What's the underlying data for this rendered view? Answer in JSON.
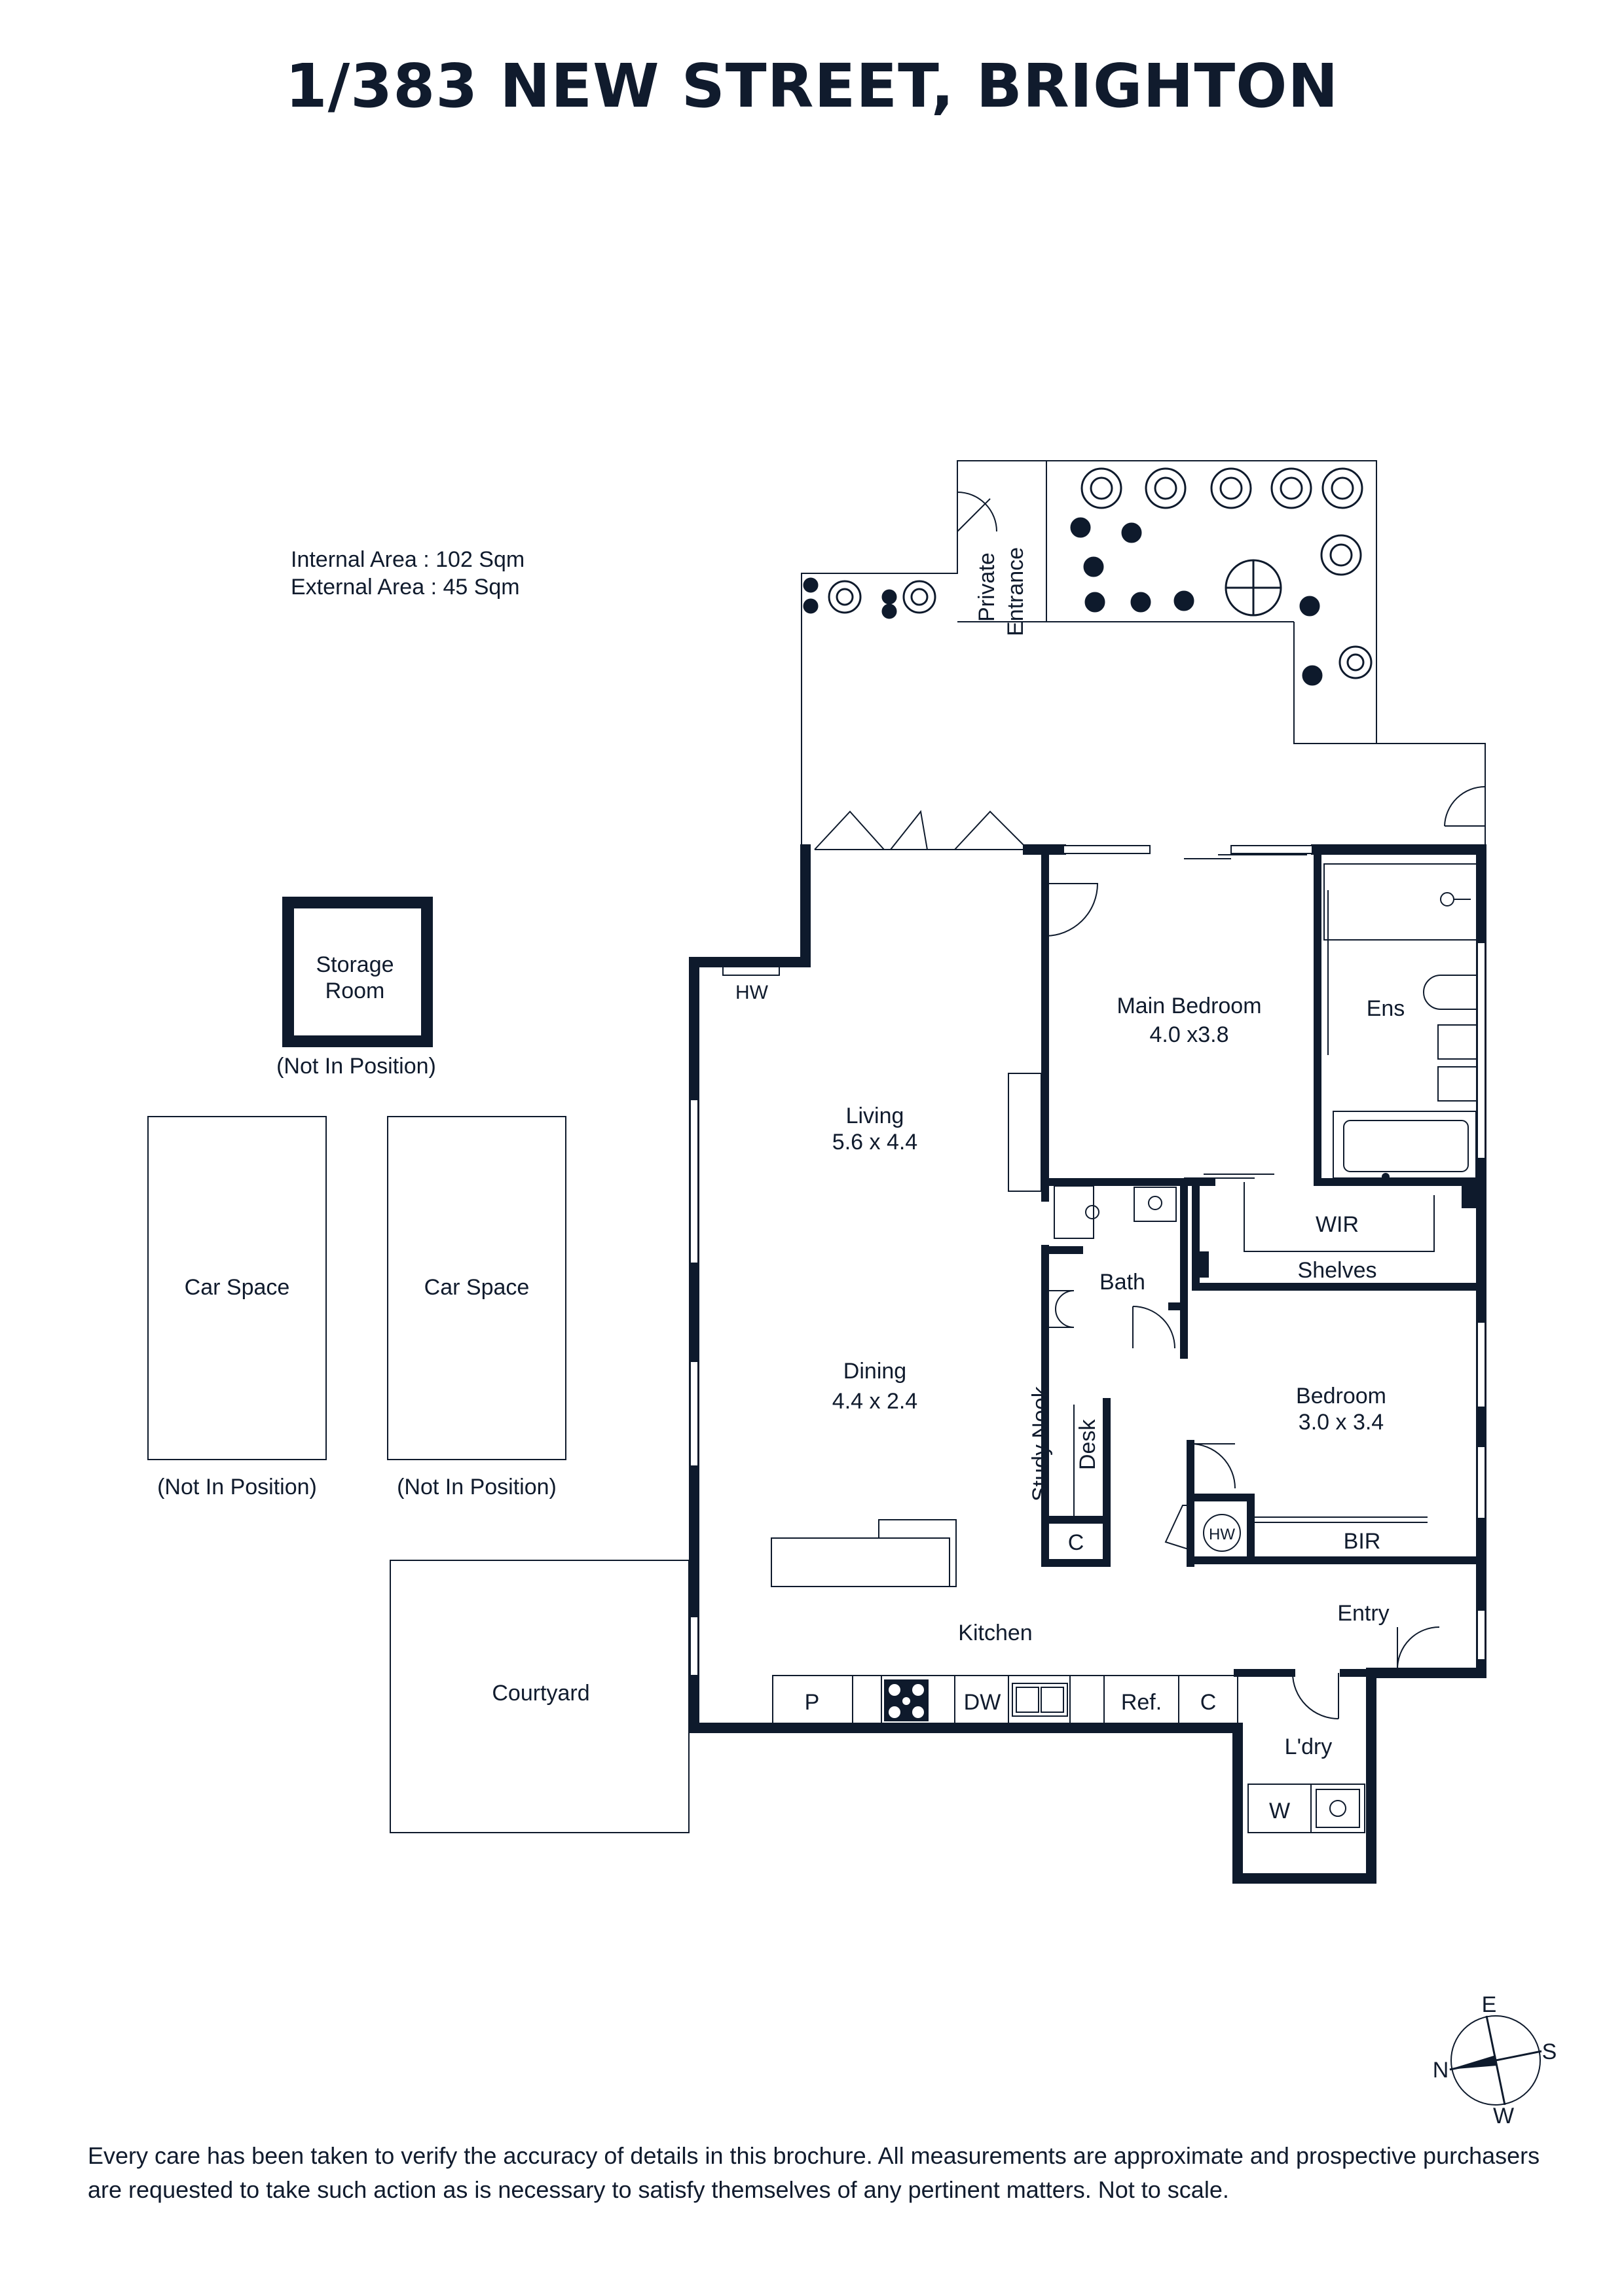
{
  "title": "1/383 NEW STREET, BRIGHTON",
  "areas": {
    "internal": "Internal Area : 102 Sqm",
    "external": "External Area : 45 Sqm"
  },
  "rooms": {
    "storage_line1": "Storage",
    "storage_line2": "Room",
    "storage_note": "(Not In Position)",
    "car_space_1": "Car Space",
    "car_space_1_note": "(Not In Position)",
    "car_space_2": "Car Space",
    "car_space_2_note": "(Not In Position)",
    "courtyard": "Courtyard",
    "hw_living": "HW",
    "living": "Living",
    "living_dim": "5.6 x 4.4",
    "dining": "Dining",
    "dining_dim": "4.4 x 2.4",
    "kitchen": "Kitchen",
    "main_bedroom": "Main Bedroom",
    "main_bedroom_dim": "4.0 x3.8",
    "ens": "Ens",
    "wir": "WIR",
    "shelves": "Shelves",
    "bath": "Bath",
    "study_nook": "Study Nook",
    "desk": "Desk",
    "c_study": "C",
    "bedroom": "Bedroom",
    "bedroom_dim": "3.0 x 3.4",
    "hw_bedroom": "HW",
    "bir": "BIR",
    "entry": "Entry",
    "laundry": "L'dry",
    "w": "W",
    "private_entrance_line1": "Private",
    "private_entrance_line2": "Entrance"
  },
  "kitchen_bench": {
    "p": "P",
    "dw": "DW",
    "ref": "Ref.",
    "c": "C"
  },
  "compass": {
    "e": "E",
    "s": "S",
    "n": "N",
    "w": "W"
  },
  "disclaimer": "Every care has been taken to verify the accuracy of details in this brochure. All measurements are approximate and prospective purchasers are requested to take such action as is necessary to satisfy themselves of any pertinent matters. Not to scale.",
  "colors": {
    "ink": "#0e1a2c",
    "background": "#ffffff"
  }
}
